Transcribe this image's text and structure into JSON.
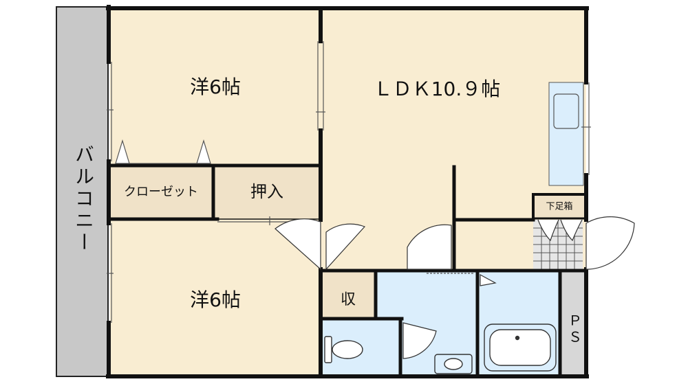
{
  "rooms": {
    "western_top": "洋6帖",
    "western_bottom": "洋6帖",
    "ldk": "ＬＤＫ10.９帖",
    "closet": "クローゼット",
    "oshiire": "押入",
    "storage": "収",
    "shoe_box": "下足箱",
    "pipe_space": "ＰＳ",
    "balcony": "バルコニー"
  },
  "colors": {
    "room_floor": "#f9edd2",
    "storage_floor": "#f0e2c8",
    "wet_area": "#dbeefc",
    "balcony": "#c8c8c8",
    "wall": "#111111",
    "entrance_tile": "#e6e6e6"
  }
}
